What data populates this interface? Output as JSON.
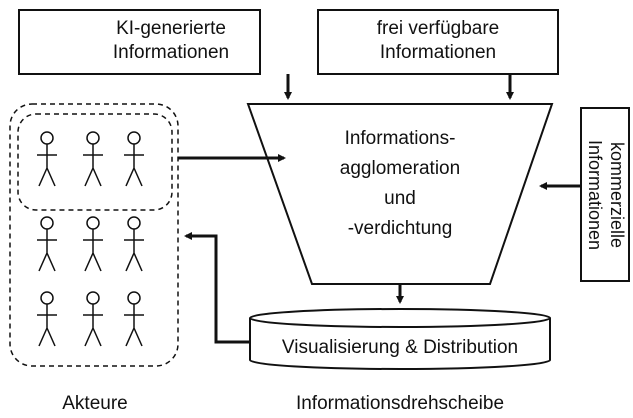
{
  "sources": {
    "ai_generated": {
      "line1": "KI-generierte",
      "line2": "Informationen",
      "icon": "projector-icon"
    },
    "freely_available": {
      "line1": "frei verfügbare",
      "line2": "Informationen"
    },
    "commercial": {
      "line1": "kommerzielle",
      "line2": "Informationen"
    }
  },
  "hub": {
    "funnel": {
      "line1": "Informations-",
      "line2": "agglomeration",
      "line3": "und",
      "line4": "-verdichtung"
    },
    "distribution": "Visualisierung & Distribution",
    "caption": "Informationsdrehscheibe"
  },
  "actors": {
    "caption": "Akteure",
    "count": 9,
    "icon": "stick-figure-icon"
  }
}
